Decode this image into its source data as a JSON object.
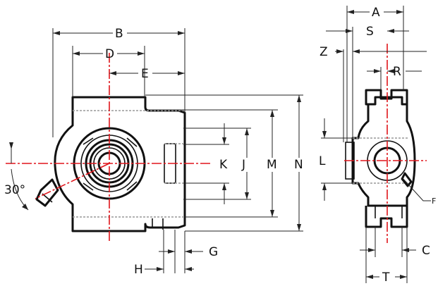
{
  "dimension_labels": {
    "A": "A",
    "B": "B",
    "C": "C",
    "D": "D",
    "E": "E",
    "F": "F",
    "G": "G",
    "H": "H",
    "J": "J",
    "K": "K",
    "L": "L",
    "M": "M",
    "N": "N",
    "R": "R",
    "S": "S",
    "T": "T",
    "Z": "Z"
  },
  "angle_label": "30°",
  "colors": {
    "outline": "#111111",
    "centerline": "#e0151b",
    "hidden": "#999999"
  }
}
